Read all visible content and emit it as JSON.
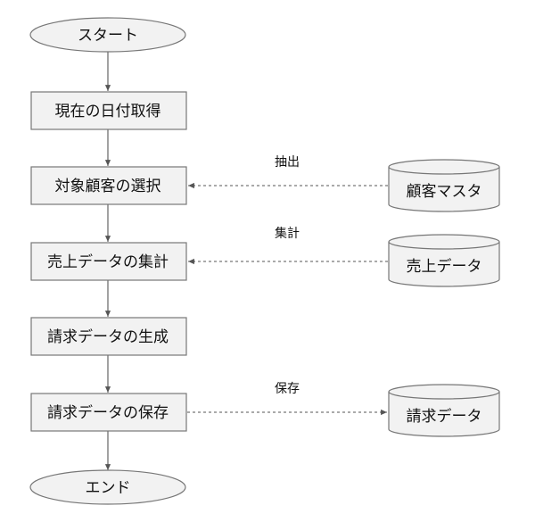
{
  "nodes": {
    "start": "スタート",
    "get_date": "現在の日付取得",
    "select_customers": "対象顧客の選択",
    "aggregate_sales": "売上データの集計",
    "generate_invoice": "請求データの生成",
    "save_invoice": "請求データの保存",
    "end": "エンド"
  },
  "stores": {
    "customer_master": "顧客マスタ",
    "sales_data": "売上データ",
    "invoice_data": "請求データ"
  },
  "edge_labels": {
    "extract": "抽出",
    "aggregate": "集計",
    "save": "保存"
  }
}
